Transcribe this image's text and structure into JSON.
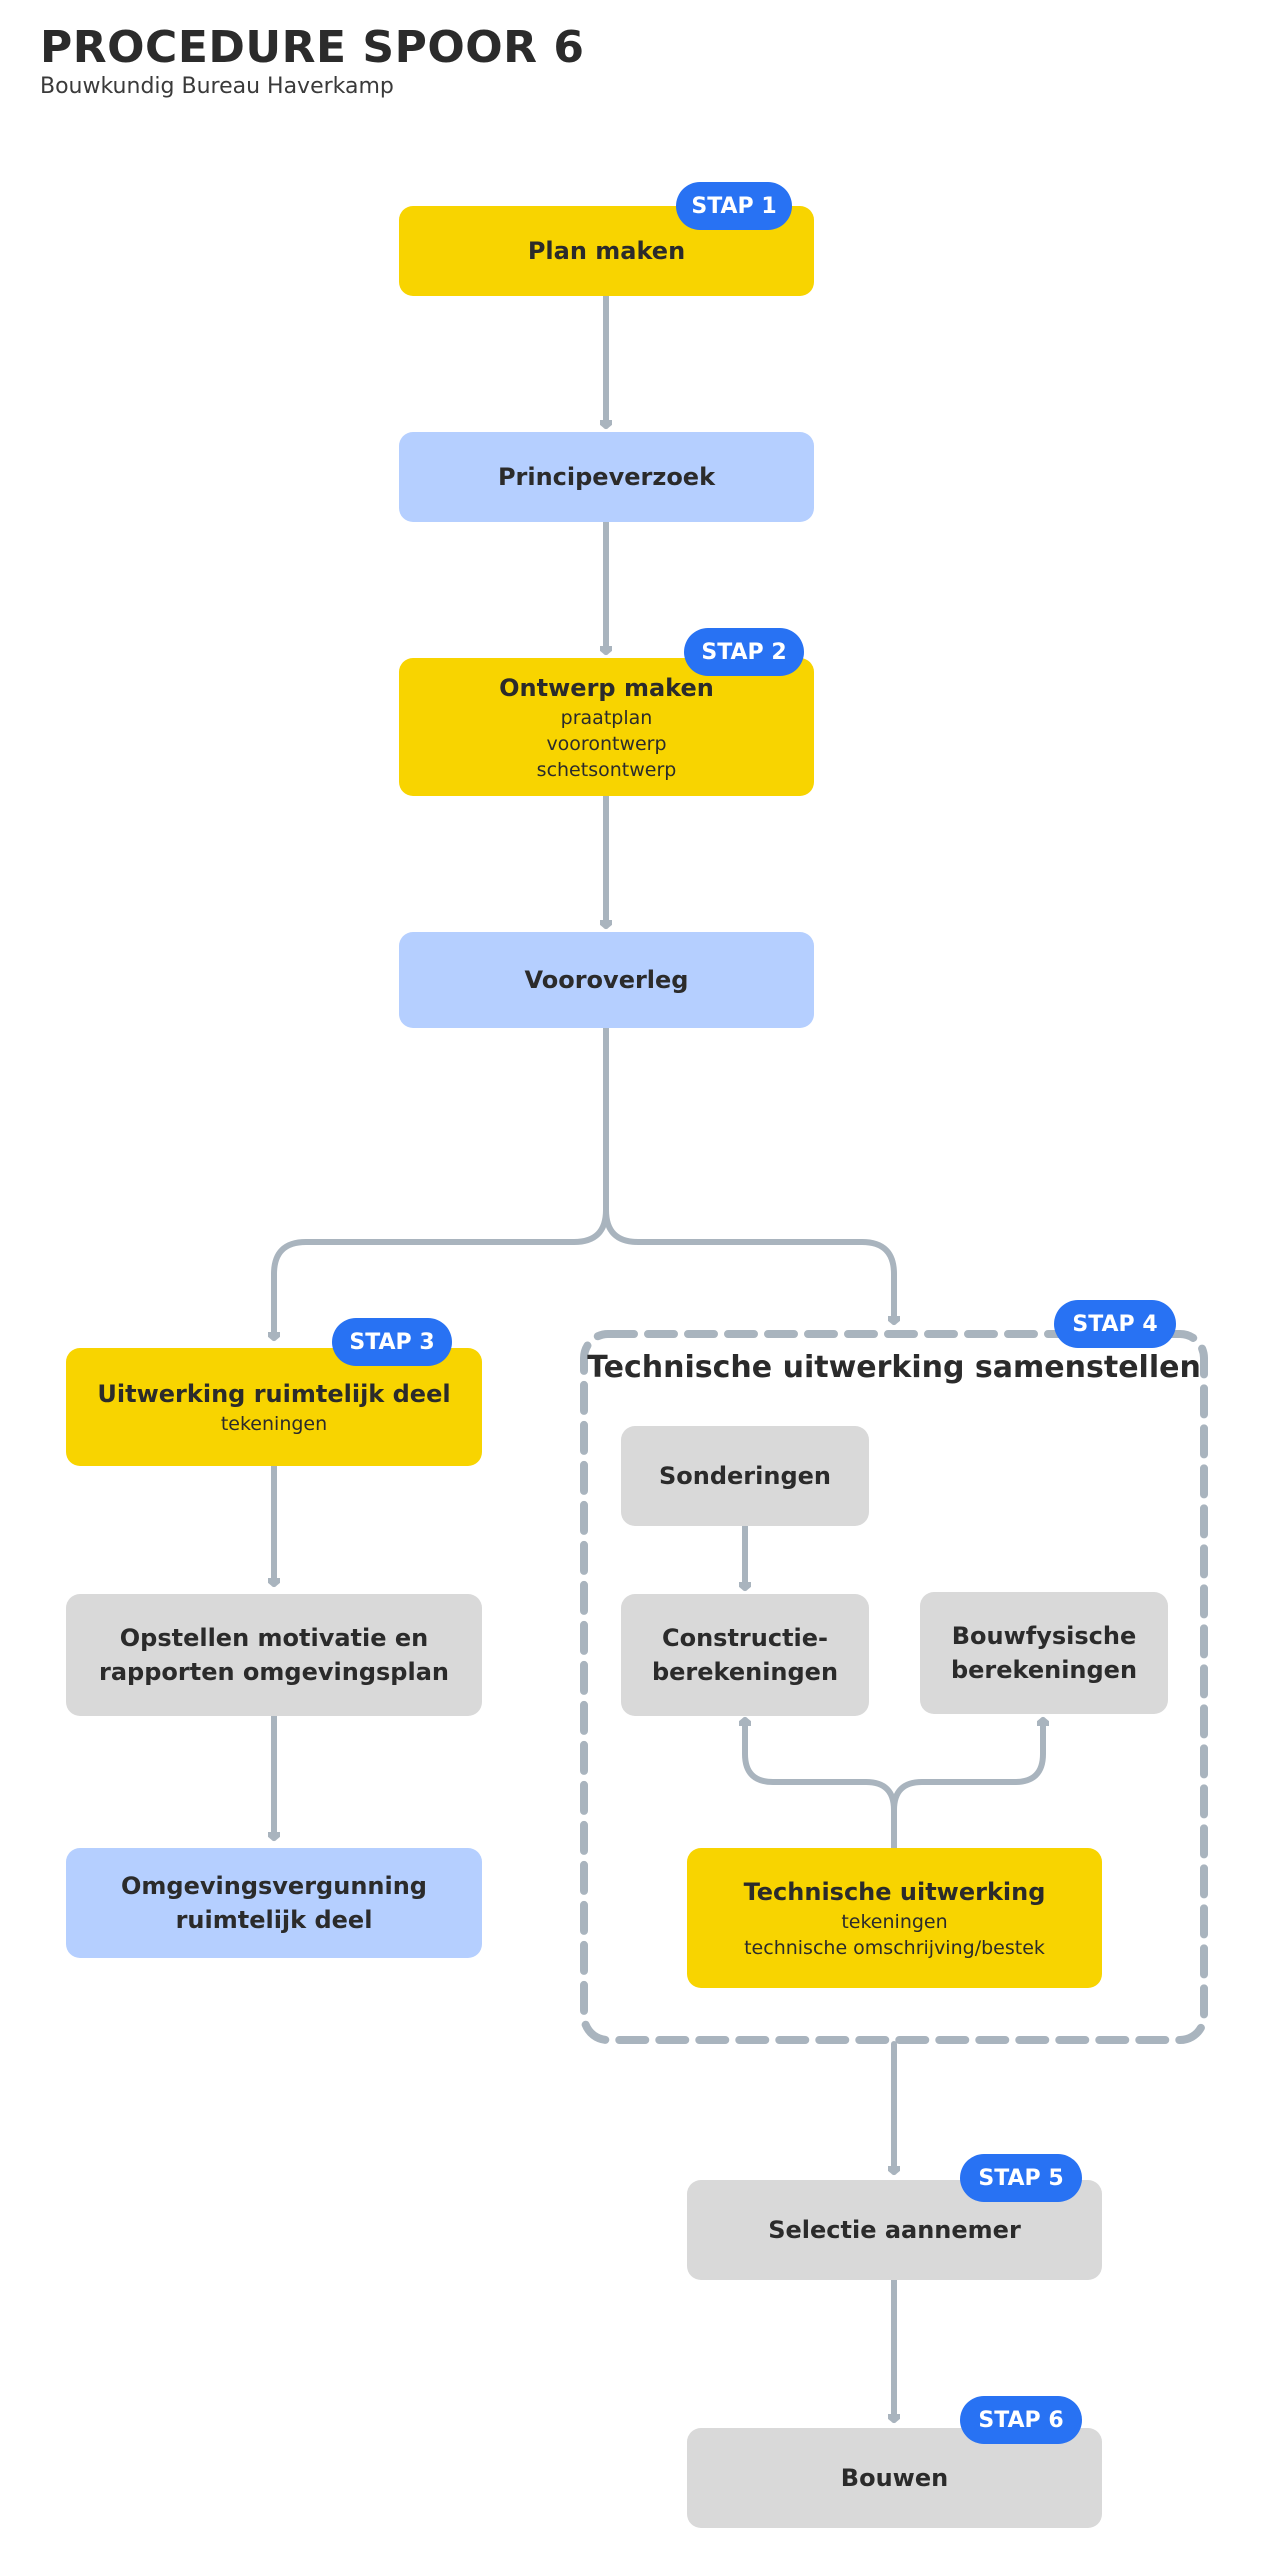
{
  "header": {
    "title": "PROCEDURE SPOOR 6",
    "subtitle": "Bouwkundig Bureau Haverkamp"
  },
  "nodes": {
    "plan": {
      "label": "Plan maken"
    },
    "principe": {
      "label": "Principeverzoek"
    },
    "ontwerp": {
      "label": "Ontwerp maken",
      "details": [
        "praatplan",
        "voorontwerp",
        "schetsontwerp"
      ]
    },
    "vooroverleg": {
      "label": "Vooroverleg"
    },
    "uitwerking": {
      "label": "Uitwerking ruimtelijk deel",
      "details": [
        "tekeningen"
      ]
    },
    "motivatie": {
      "label_lines": [
        "Opstellen motivatie en",
        "rapporten omgevingsplan"
      ]
    },
    "vergunning": {
      "label_lines": [
        "Omgevingsvergunning",
        "ruimtelijk deel"
      ]
    },
    "sonderingen": {
      "label": "Sonderingen"
    },
    "constructie": {
      "label_lines": [
        "Constructie-",
        "berekeningen"
      ]
    },
    "bouwfysische": {
      "label_lines": [
        "Bouwfysische",
        "berekeningen"
      ]
    },
    "technische": {
      "label": "Technische uitwerking",
      "details": [
        "tekeningen",
        "technische omschrijving/bestek"
      ]
    },
    "selectie": {
      "label": "Selectie aannemer"
    },
    "bouwen": {
      "label": "Bouwen"
    }
  },
  "group": {
    "title": "Technische uitwerking samenstellen"
  },
  "badges": [
    "STAP 1",
    "STAP 2",
    "STAP 3",
    "STAP 4",
    "STAP 5",
    "STAP 6"
  ],
  "colors": {
    "step": "#f8d400",
    "permit": "#b5cfff",
    "task": "#d9d9d9",
    "badge": "#2872f3",
    "connector": "#a9b4be"
  }
}
